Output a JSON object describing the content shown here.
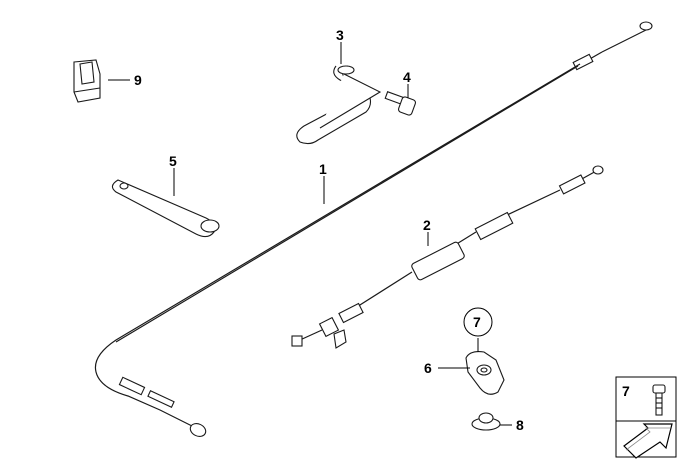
{
  "diagram": {
    "parts": [
      {
        "number": "1",
        "name": "accelerator-cable-long"
      },
      {
        "number": "2",
        "name": "accelerator-cable-with-adjuster"
      },
      {
        "number": "3",
        "name": "cable-guide-bracket"
      },
      {
        "number": "4",
        "name": "bolt"
      },
      {
        "number": "5",
        "name": "cable-strap"
      },
      {
        "number": "6",
        "name": "cable-holder"
      },
      {
        "number": "7",
        "name": "screw"
      },
      {
        "number": "8",
        "name": "grommet"
      },
      {
        "number": "9",
        "name": "clip"
      }
    ],
    "circled_callout": "7",
    "inset": {
      "label": "7",
      "icon": "arrow-icon"
    }
  }
}
